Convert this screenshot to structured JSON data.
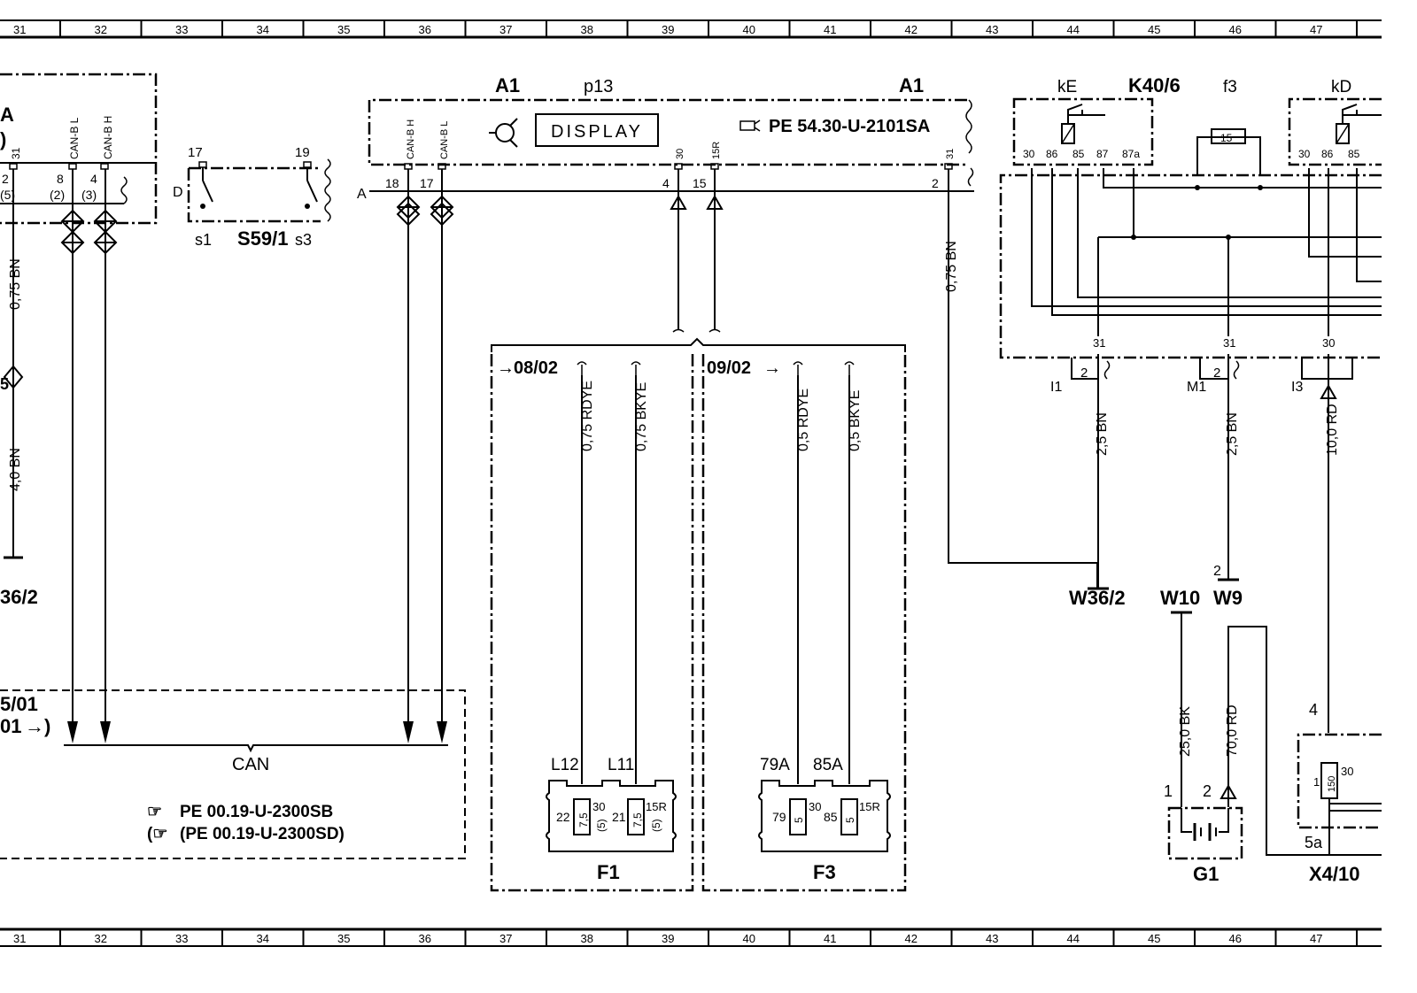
{
  "grid": {
    "columns": [
      "31",
      "32",
      "33",
      "34",
      "35",
      "36",
      "37",
      "38",
      "39",
      "40",
      "41",
      "42",
      "43",
      "44",
      "45",
      "46",
      "47"
    ]
  },
  "left_module": {
    "pins": [
      {
        "num": "2",
        "alt": "(5)",
        "label": "31"
      },
      {
        "num": "8",
        "alt": "(2)",
        "label": "CAN-B L"
      },
      {
        "num": "4",
        "alt": "(3)",
        "label": "CAN-B H"
      }
    ],
    "frag_a": "A",
    "frag_b": ")",
    "frag_c": "5",
    "wire1": "0,75 BN",
    "wire2": "4,0 BN",
    "ground": "36/2"
  },
  "switch": {
    "id": "S59/1",
    "pin_left": "17",
    "pin_right": "19",
    "contact_left": "s1",
    "contact_right": "s3",
    "side": "D"
  },
  "display_unit": {
    "id_left": "A1",
    "id_right": "A1",
    "part": "p13",
    "display_text": "DISPLAY",
    "ref": "PE 54.30-U-2101SA",
    "side": "A",
    "pins": [
      {
        "num": "18",
        "label": "CAN-B H"
      },
      {
        "num": "17",
        "label": "CAN-B L"
      },
      {
        "num": "4",
        "label": "30"
      },
      {
        "num": "15",
        "label": "15R"
      },
      {
        "num": "2",
        "label": "31"
      }
    ],
    "ground_wire": "0,75 BN"
  },
  "can_box": {
    "ref_left_a": "5/01",
    "ref_left_b": "01",
    "label": "CAN",
    "ref1": "PE 00.19-U-2300SB",
    "ref2": "(PE 00.19-U-2300SD)"
  },
  "fuse_f1": {
    "from": "08/02",
    "wires": [
      "0,75 RDYE",
      "0,75 BKYE"
    ],
    "terminals": [
      "L12",
      "L11"
    ],
    "fuse_nums": [
      "22",
      "21"
    ],
    "values": [
      "7,5",
      "7,5"
    ],
    "circuits": [
      "30",
      "15R"
    ],
    "sub": [
      "(5)",
      "(5)"
    ],
    "id": "F1"
  },
  "fuse_f3": {
    "from": "09/02",
    "wires": [
      "0,5 RDYE",
      "0,5 BKYE"
    ],
    "terminals": [
      "79A",
      "85A"
    ],
    "fuse_nums": [
      "79",
      "85"
    ],
    "values": [
      "5",
      "5"
    ],
    "circuits": [
      "30",
      "15R"
    ],
    "id": "F3"
  },
  "relay_k40": {
    "id": "K40/6",
    "relay_e": "kE",
    "relay_d": "kD",
    "fuse": "f3",
    "fuse_value": "15",
    "pins_e": [
      "30",
      "86",
      "85",
      "87",
      "87a"
    ],
    "pins_d": [
      "30",
      "86",
      "85"
    ],
    "out_pins": [
      "31",
      "31",
      "30"
    ],
    "plugs": [
      "I1",
      "M1",
      "I3"
    ],
    "plug_pins": [
      "2",
      "2"
    ],
    "wires": [
      "2,5 BN",
      "2,5 BN",
      "10,0 RD"
    ]
  },
  "grounds": {
    "w36": "W36/2",
    "w10": "W10",
    "w9": "W9",
    "w9_pin": "2"
  },
  "battery": {
    "id": "G1",
    "pin1": "1",
    "pin2": "2",
    "wire1": "25,0 BK",
    "wire2": "70,0 RD"
  },
  "x4": {
    "id": "X4/10",
    "pin_top": "4",
    "pin_bottom": "5a",
    "fuse_value": "150",
    "fuse_num": "1",
    "circuit": "30"
  }
}
